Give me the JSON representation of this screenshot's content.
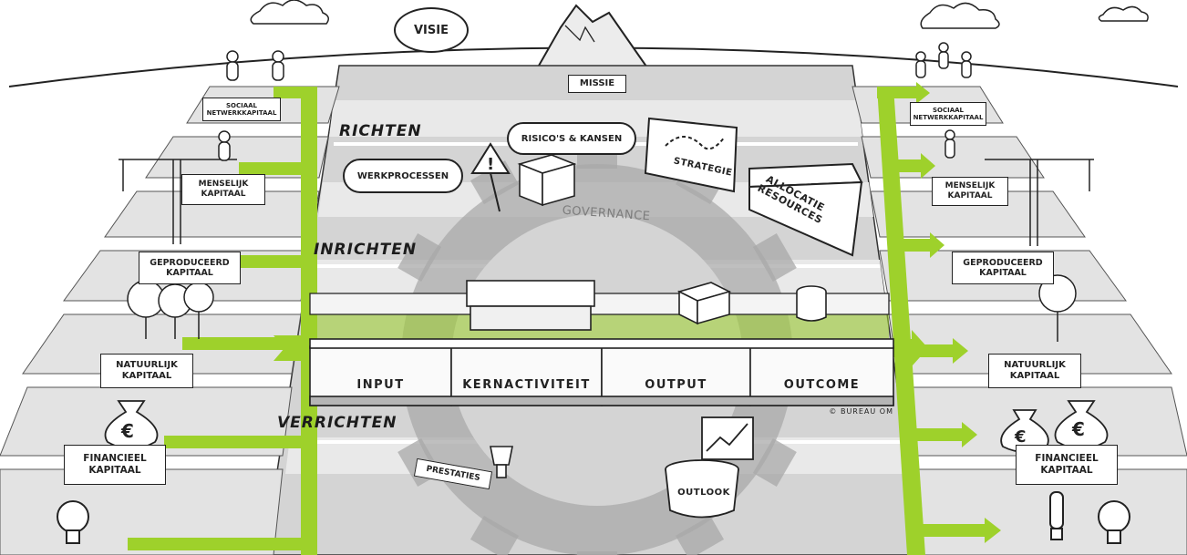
{
  "vision_label": "VISIE",
  "mission_label": "MISSIE",
  "risks_label": "RISICO'S & KANSEN",
  "processes_label": "WERKPROCESSEN",
  "strategy_label": "STRATEGIE",
  "allocation_label": "ALLOCATIE RESOURCES",
  "governance_label": "GOVERNANCE",
  "performance_label": "PRESTATIES",
  "outlook_label": "OUTLOOK",
  "copyright": "© BUREAU OM",
  "sections": {
    "align": "RICHTEN",
    "organize": "INRICHTEN",
    "perform": "VERRICHTEN"
  },
  "stages": [
    "INPUT",
    "KERNACTIVITEIT",
    "OUTPUT",
    "OUTCOME"
  ],
  "capitals_left": {
    "social": "SOCIAAL NETWERKKAPITAAL",
    "human": "MENSELIJK KAPITAAL",
    "manufactured": "GEPRODUCEERD KAPITAAL",
    "natural": "NATUURLIJK KAPITAAL",
    "financial": "FINANCIEEL KAPITAAL"
  },
  "capitals_right": {
    "social": "SOCIAAL NETWERKKAPITAAL",
    "human": "MENSELIJK KAPITAAL",
    "manufactured": "GEPRODUCEERD KAPITAAL",
    "natural": "NATUURLIJK KAPITAAL",
    "financial": "FINANCIEEL KAPITAAL"
  },
  "colors": {
    "accent_green": "#9ed12b",
    "board_gray": "#d4d4d4",
    "board_light": "#e9e9e9",
    "gear_gray": "#a9a9a9",
    "ink": "#222222"
  }
}
